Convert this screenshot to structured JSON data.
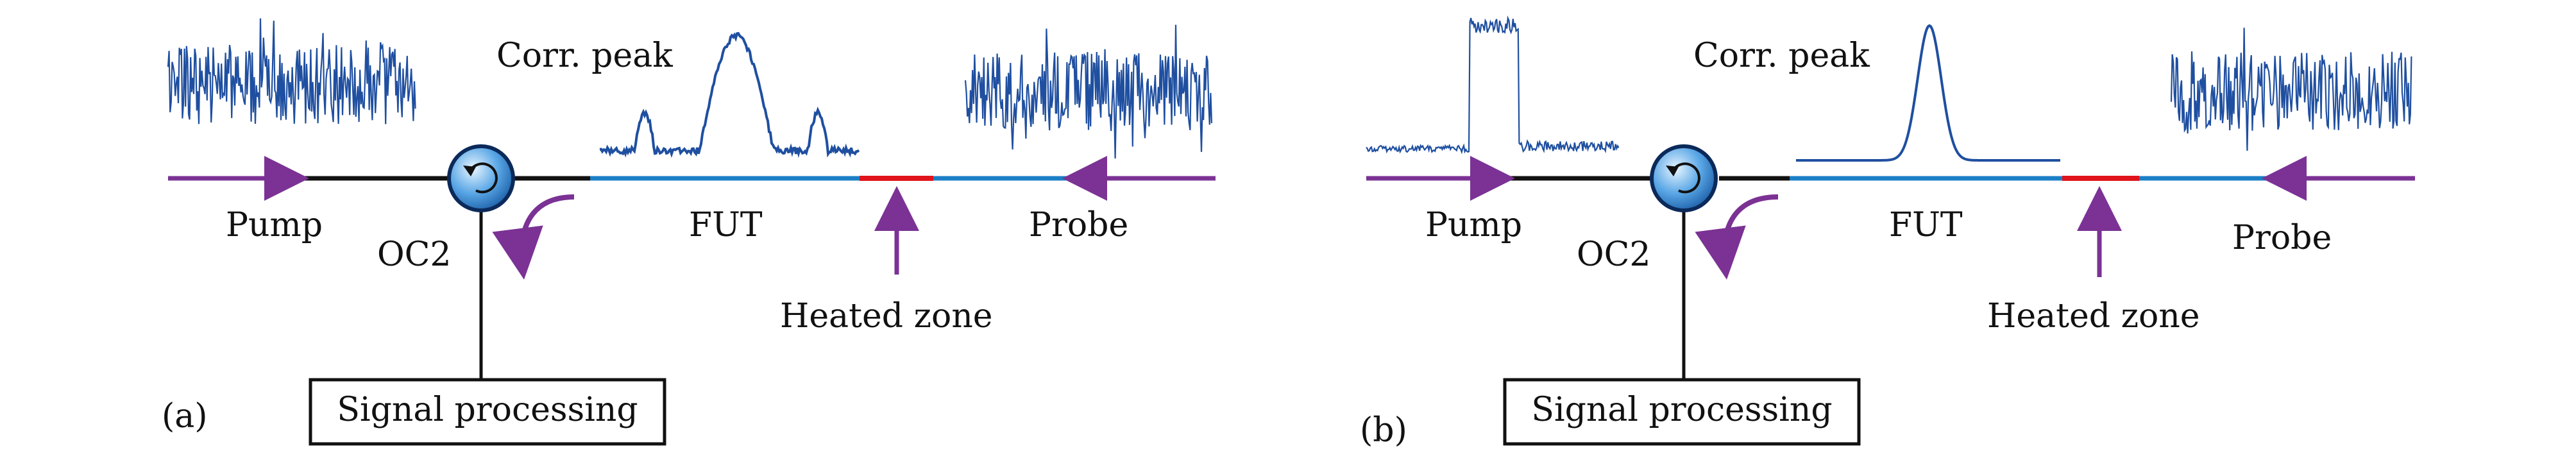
{
  "colors": {
    "signal": "#1f4fa0",
    "arrow": "#7b3294",
    "fiber_black": "#111111",
    "fiber_blue": "#1a7fc6",
    "heated": "#e0141b",
    "circulator_fill": "#5aa7e6",
    "circulator_edge": "#0b2a5a"
  },
  "panels": [
    {
      "id": "a",
      "panel_label": "(a)",
      "corr_peak_label": "Corr. peak",
      "fut_label": "FUT",
      "pump_label": "Pump",
      "circulator_label": "OC2",
      "probe_label": "Probe",
      "heated_label": "Heated zone",
      "box_label": "Signal processing",
      "pump_trace": "noise",
      "corr_peak_shape": "sinc-with-sidelobes"
    },
    {
      "id": "b",
      "panel_label": "(b)",
      "corr_peak_label": "Corr. peak",
      "fut_label": "FUT",
      "pump_label": "Pump",
      "circulator_label": "OC2",
      "probe_label": "Probe",
      "heated_label": "Heated zone",
      "box_label": "Signal processing",
      "pump_trace": "pulse",
      "corr_peak_shape": "single-peak"
    }
  ]
}
